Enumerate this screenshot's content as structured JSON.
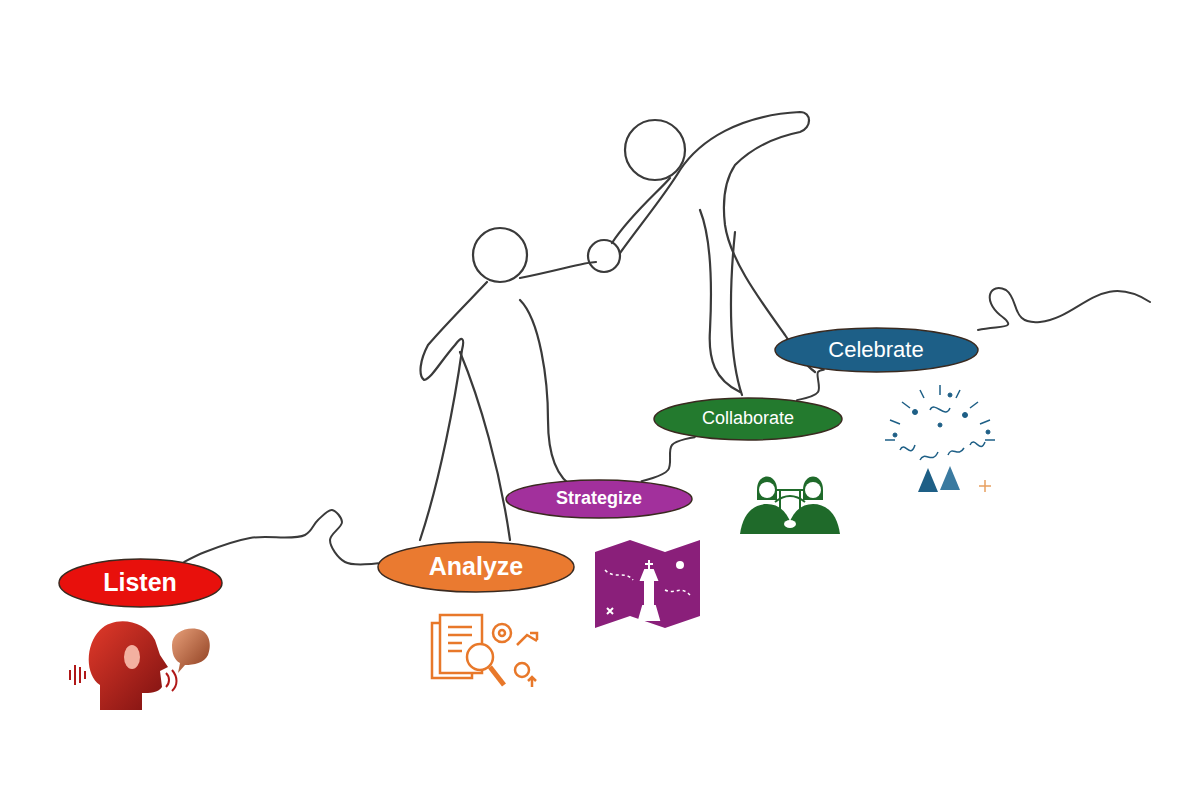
{
  "diagram": {
    "nodes": [
      {
        "text": [
          "Listen"
        ]
      },
      {
        "text": [
          "Analyze"
        ]
      },
      {
        "text": [
          "Strategize"
        ]
      },
      {
        "text": [
          "Collaborate"
        ]
      },
      {
        "text": [
          "Celebrate"
        ]
      }
    ],
    "edges": [
      {
        "from": 0,
        "to": 1,
        "arrow": "none"
      },
      {
        "from": 2,
        "to": 3,
        "arrow": "none"
      },
      {
        "from": 3,
        "to": 4,
        "arrow": "none"
      }
    ]
  }
}
